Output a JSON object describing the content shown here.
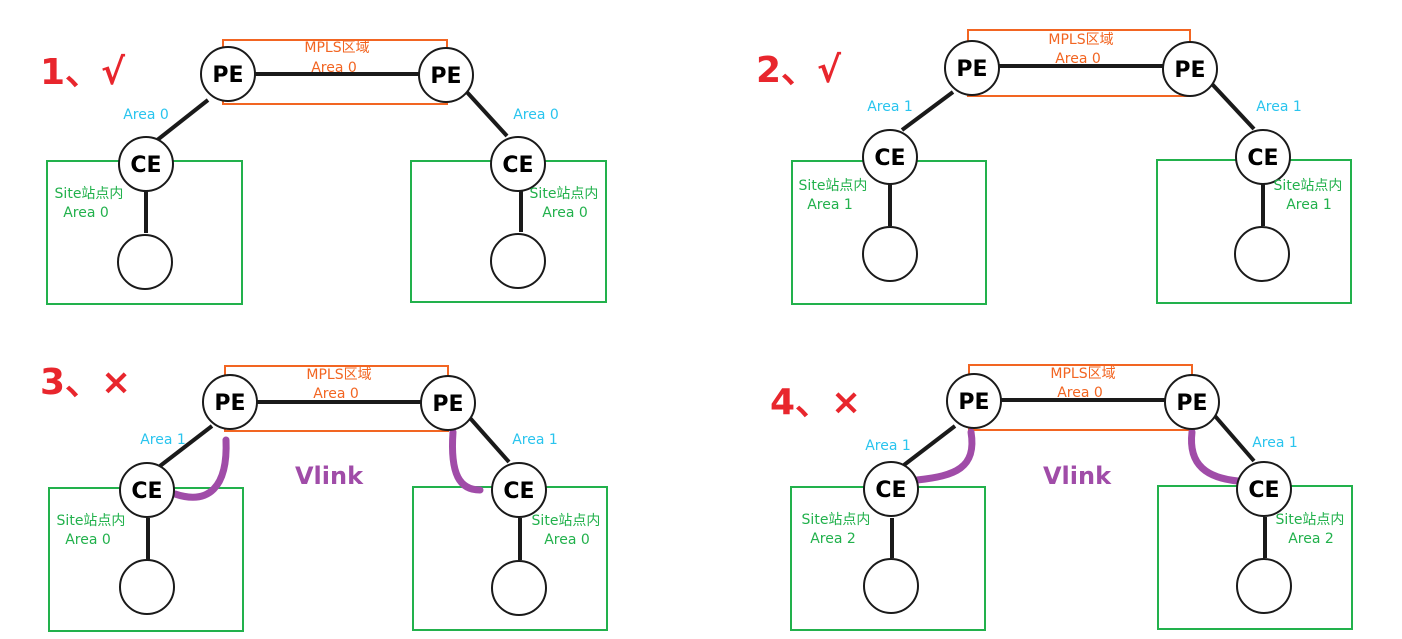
{
  "colors": {
    "green": "#22b14c",
    "orange": "#f26522",
    "cyan": "#29c4ee",
    "purple": "#a04ca8",
    "red": "#e8262d",
    "line": "#1a1a1a"
  },
  "labels": {
    "pe": "PE",
    "ce": "CE",
    "mpls_title": "MPLS区域",
    "mpls_area": "Area 0",
    "site_title": "Site站点内",
    "vlink": "Vlink"
  },
  "diagrams": [
    {
      "tag": "1、√",
      "pe_ce_area": "Area 0",
      "site_area": "Area 0",
      "vlink": false
    },
    {
      "tag": "2、√",
      "pe_ce_area": "Area 1",
      "site_area": "Area 1",
      "vlink": false
    },
    {
      "tag": "3、×",
      "pe_ce_area": "Area 1",
      "site_area": "Area 0",
      "vlink": true
    },
    {
      "tag": "4、×",
      "pe_ce_area": "Area 1",
      "site_area": "Area 2",
      "vlink": true
    }
  ]
}
